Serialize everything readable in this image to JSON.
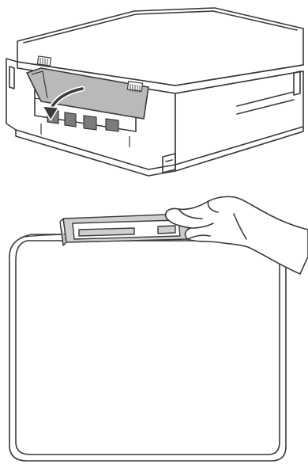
{
  "figure": {
    "step_count": 2,
    "steps": [
      {
        "illustration": "printer-rear-view",
        "action": "open-jam-clear-cover",
        "arrow_icon": "curved-arrow-icon"
      },
      {
        "illustration": "paper-tray-top-view",
        "action": "pull-paper-support",
        "hand_icon": "hand-icon"
      }
    ],
    "colors": {
      "outline": "#3a3a3a",
      "body_fill": "#ffffff",
      "cover_fill": "#b9b9b9",
      "shadow_fill": "#7c7c7c",
      "paper_support_fill": "#cfcfcf"
    }
  }
}
